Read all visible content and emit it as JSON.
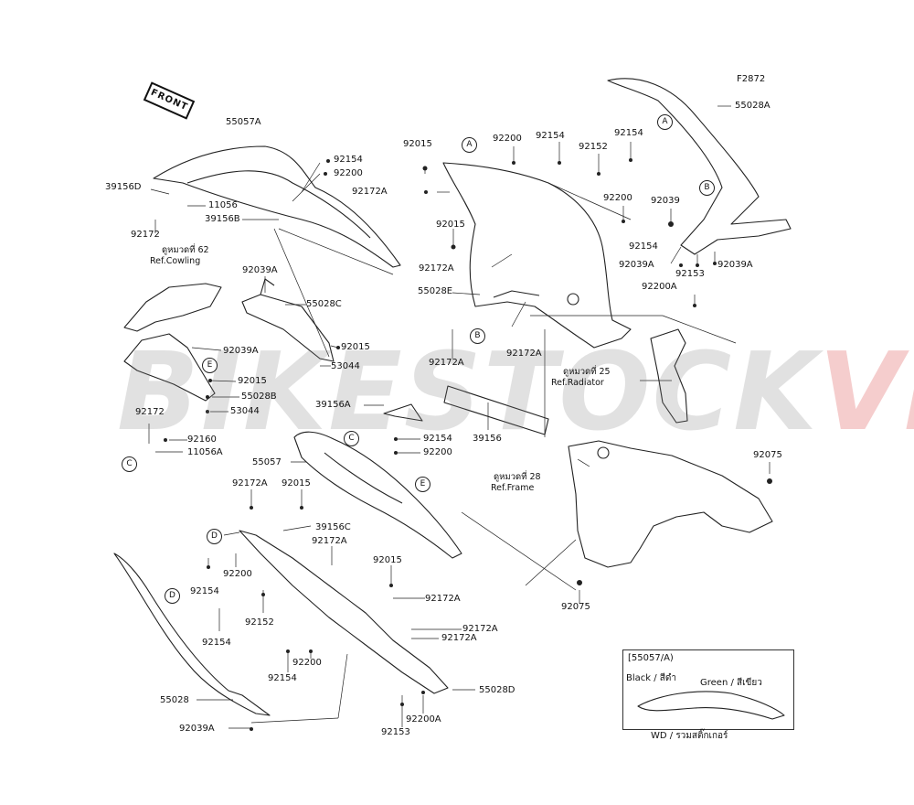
{
  "figure_code": "F2872",
  "front_label": "FRONT",
  "watermark": {
    "part_a": "BIKESTOCK",
    "part_b": "VN"
  },
  "parts": {
    "p55057A": "55057A",
    "p39156D": "39156D",
    "p11056": "11056",
    "p39156B": "39156B",
    "p92172_tl": "92172",
    "p92154_a": "92154",
    "p92200_a": "92200",
    "p92039A_a": "92039A",
    "p55028C": "55028C",
    "p92015_a": "92015",
    "p53044_a": "53044",
    "p92039A_b": "92039A",
    "p92015_b": "92015",
    "p55028B": "55028B",
    "p53044_b": "53044",
    "p92172_b": "92172",
    "p92160": "92160",
    "p11056A": "11056A",
    "p92015_c": "92015",
    "p92200_b": "92200",
    "p92154_b": "92154",
    "p92152_a": "92152",
    "p92154_c": "92154",
    "p92172A_a": "92172A",
    "p92015_d": "92015",
    "p92172A_b": "92172A",
    "p55028E": "55028E",
    "p92172A_c": "92172A",
    "p92172A_d": "92172A",
    "p92200_c": "92200",
    "p92154_d": "92154",
    "p92039_a": "92039",
    "p92039A_c": "92039A",
    "p92153_a": "92153",
    "p92039A_d": "92039A",
    "p92200A_a": "92200A",
    "p55028A": "55028A",
    "p39156A": "39156A",
    "p92154_e": "92154",
    "p92200_d": "92200",
    "p55057": "55057",
    "p39156": "39156",
    "p92172A_e": "92172A",
    "p92015_e": "92015",
    "p39156C": "39156C",
    "p92172A_f": "92172A",
    "p92200_e": "92200",
    "p92154_f": "92154",
    "p92152_b": "92152",
    "p92154_g": "92154",
    "p92015_f": "92015",
    "p92172A_g": "92172A",
    "p92172A_h": "92172A",
    "p92172A_i": "92172A",
    "p92200_f": "92200",
    "p92154_h": "92154",
    "p55028": "55028",
    "p92039A_e": "92039A",
    "p55028D": "55028D",
    "p92200A_b": "92200A",
    "p92153_b": "92153",
    "p92075_a": "92075",
    "p92075_b": "92075"
  },
  "references": {
    "cowling": {
      "thai": "ดูหมวดที่ 62",
      "en": "Ref.Cowling"
    },
    "radiator": {
      "thai": "ดูหมวดที่ 25",
      "en": "Ref.Radiator"
    },
    "frame": {
      "thai": "ดูหมวดที่ 28",
      "en": "Ref.Frame"
    }
  },
  "callouts": {
    "A": "A",
    "B": "B",
    "C": "C",
    "D": "D",
    "E": "E"
  },
  "inset": {
    "title": "[55057/A)",
    "black_label": "Black / สีดำ",
    "green_label": "Green / สีเขียว",
    "note": "WD / รวมสติ๊กเกอร์"
  },
  "colors": {
    "line": "#222222",
    "watermark_gray": "#7a7a7a",
    "watermark_red": "#d32020"
  }
}
